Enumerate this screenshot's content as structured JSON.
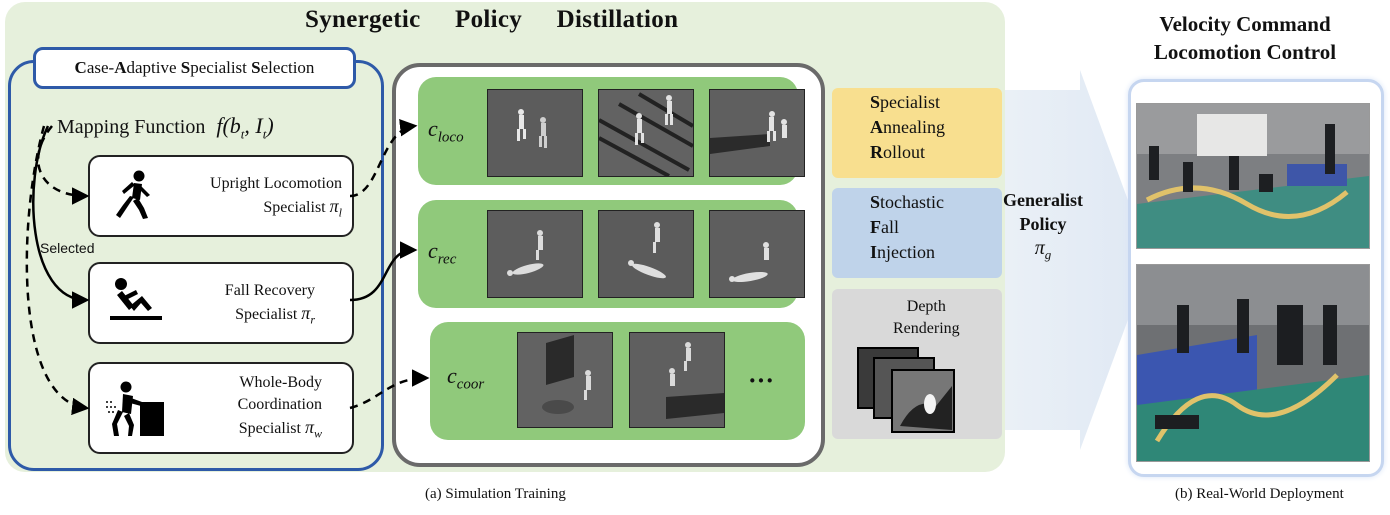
{
  "title": "Synergetic Policy Distillation",
  "specialist_selection": {
    "title_parts": [
      {
        "cap": "C",
        "rest": "ase-"
      },
      {
        "cap": "A",
        "rest": "daptive "
      },
      {
        "cap": "S",
        "rest": "pecialist "
      },
      {
        "cap": "S",
        "rest": "election"
      }
    ],
    "mapping_label": "Mapping Function",
    "mapping_formula": "f(b_t, I_t)",
    "selected_label": "Selected",
    "specialists": [
      {
        "line1": "Upright Locomotion",
        "line2": "Specialist",
        "symbol": "π",
        "sub": "l",
        "icon": "walking-person-icon"
      },
      {
        "line1": "Fall Recovery",
        "line2": "Specialist",
        "symbol": "π",
        "sub": "r",
        "icon": "sitting-up-person-icon"
      },
      {
        "line1": "Whole-Body",
        "line2": "Coordination",
        "line3": "Specialist",
        "symbol": "π",
        "sub": "w",
        "icon": "pushing-box-icon"
      }
    ]
  },
  "scenarios": [
    {
      "label": "c",
      "sub": "loco"
    },
    {
      "label": "c",
      "sub": "rec"
    },
    {
      "label": "c",
      "sub": "coor",
      "more": "···"
    }
  ],
  "side_boxes": [
    {
      "lines": [
        {
          "cap": "S",
          "rest": "pecialist"
        },
        {
          "cap": "A",
          "rest": "nnealing"
        },
        {
          "cap": "R",
          "rest": "ollout"
        }
      ],
      "color": "#f8df8f"
    },
    {
      "lines": [
        {
          "cap": "S",
          "rest": "tochastic"
        },
        {
          "cap": "F",
          "rest": "all"
        },
        {
          "cap": "I",
          "rest": "njection"
        }
      ],
      "color": "#bfd3ea"
    }
  ],
  "depth": {
    "line1": "Depth",
    "line2": "Rendering",
    "color": "#d9d9d9"
  },
  "generalist": {
    "line1": "Generalist",
    "line2": "Policy",
    "symbol": "π",
    "sub": "g"
  },
  "right_title": {
    "line1": "Velocity Command",
    "line2": "Locomotion Control"
  },
  "captions": {
    "left": "(a) Simulation Training",
    "right": "(b) Real-World Deployment"
  }
}
